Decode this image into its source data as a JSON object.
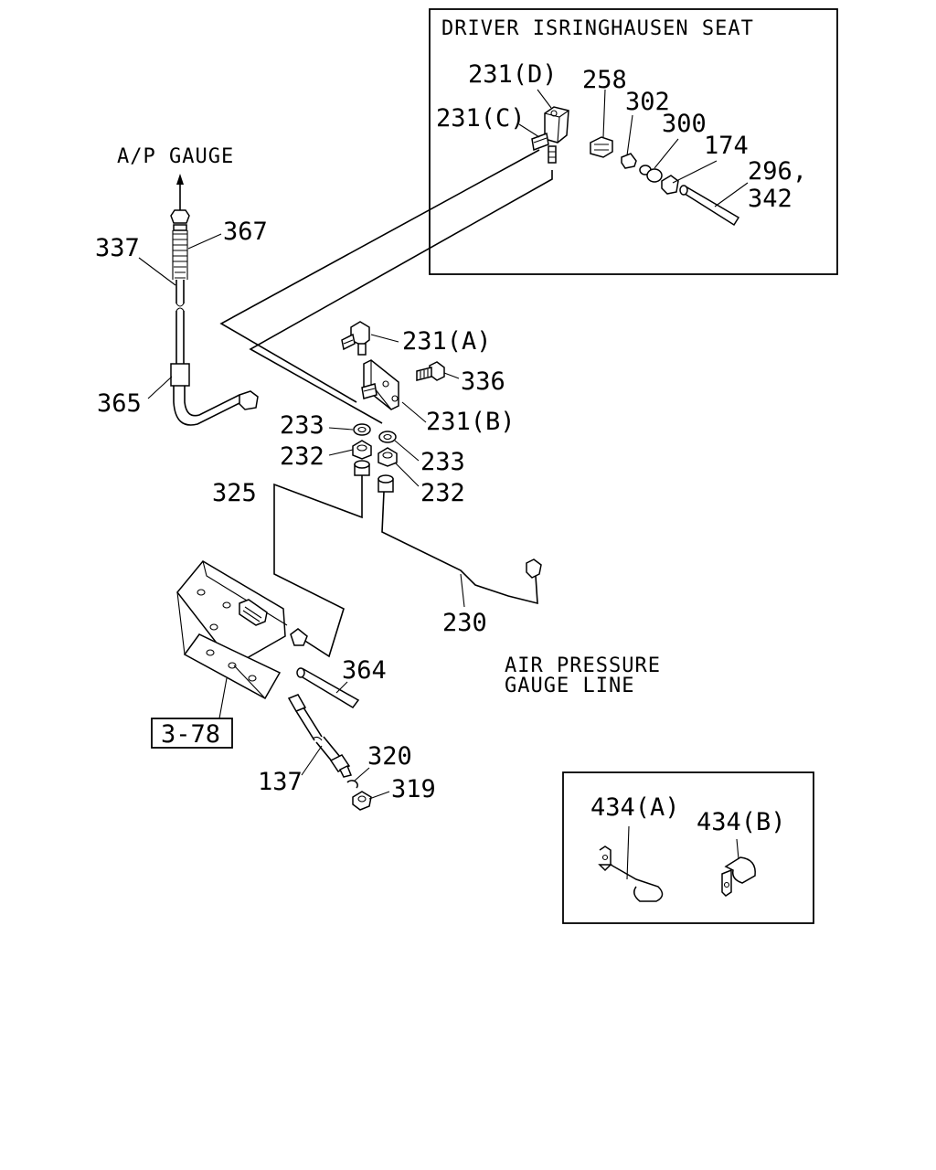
{
  "captions": {
    "seat_box_title": "DRIVER ISRINGHAUSEN SEAT",
    "ap_gauge": "A/P GAUGE",
    "air_pressure_line1": "AIR PRESSURE",
    "air_pressure_line2": "GAUGE LINE"
  },
  "part_labels": {
    "p231d": "231(D)",
    "p231c": "231(C)",
    "p258": "258",
    "p302": "302",
    "p300": "300",
    "p174": "174",
    "p296": "296,",
    "p342": "342",
    "p367": "367",
    "p337": "337",
    "p365": "365",
    "p231a": "231(A)",
    "p336": "336",
    "p231b": "231(B)",
    "p233_left": "233",
    "p232_left": "232",
    "p233_right": "233",
    "p232_right": "232",
    "p325": "325",
    "p230": "230",
    "p364": "364",
    "p320": "320",
    "p319": "319",
    "p137": "137",
    "ref_3_78": "3-78",
    "p434a": "434(A)",
    "p434b": "434(B)"
  }
}
